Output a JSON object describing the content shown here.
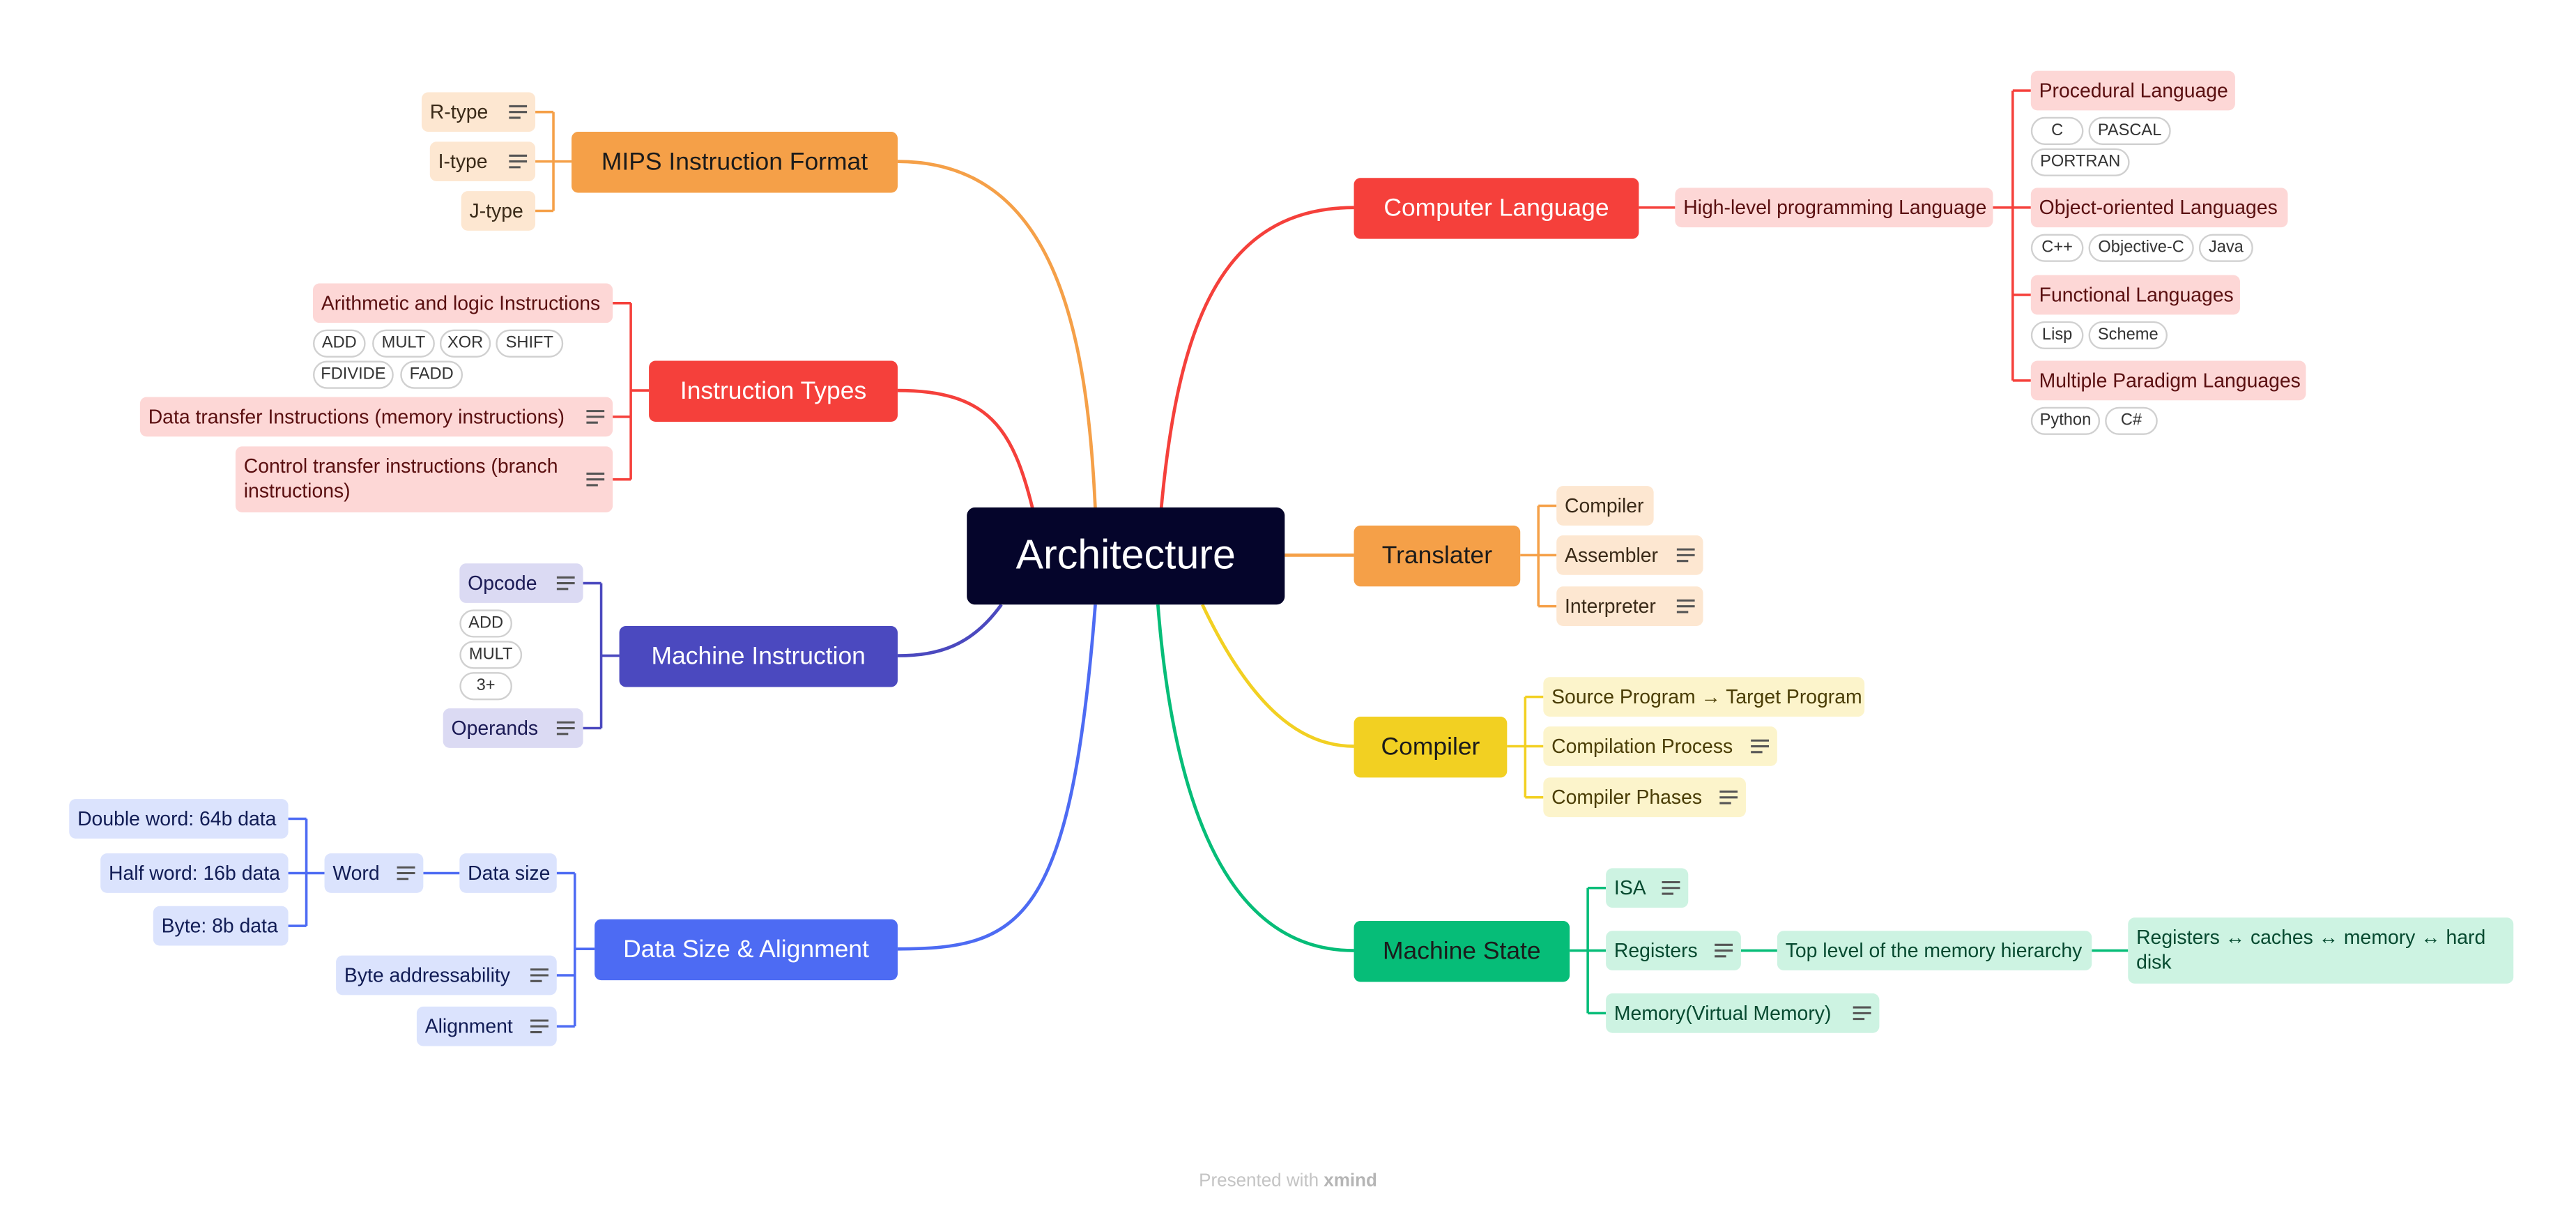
{
  "root": {
    "label": "Architecture"
  },
  "footer": {
    "prefix": "Presented with",
    "brand": "xmind"
  },
  "colors": {
    "orange": "#f5a048",
    "red": "#f5403b",
    "indigo": "#4b49bf",
    "blue": "#4d6bf3",
    "yellow": "#f2d022",
    "green": "#06bd78",
    "root": "#05052b"
  },
  "branches": {
    "mips": {
      "label": "MIPS Instruction Format",
      "children": [
        {
          "label": "R-type"
        },
        {
          "label": "I-type"
        },
        {
          "label": "J-type"
        }
      ]
    },
    "instr_types": {
      "label": "Instruction Types",
      "children": [
        {
          "label": "Arithmetic and logic Instructions",
          "tags": [
            "ADD",
            "MULT",
            "XOR",
            "SHIFT",
            "FDIVIDE",
            "FADD"
          ]
        },
        {
          "label": "Data transfer Instructions (memory instructions)"
        },
        {
          "label": "Control transfer instructions (branch instructions)"
        }
      ]
    },
    "machine_instr": {
      "label": "Machine Instruction",
      "children": [
        {
          "label": "Opcode",
          "tags": [
            "ADD",
            "MULT",
            "3+"
          ]
        },
        {
          "label": "Operands"
        }
      ]
    },
    "data_size": {
      "label": "Data Size & Alignment",
      "children": [
        {
          "label": "Data size",
          "children": [
            {
              "label": "Word",
              "children": [
                {
                  "label": "Double word: 64b data"
                },
                {
                  "label": "Half word: 16b data"
                },
                {
                  "label": "Byte: 8b data"
                }
              ]
            }
          ]
        },
        {
          "label": "Byte addressability"
        },
        {
          "label": "Alignment"
        }
      ]
    },
    "computer_lang": {
      "label": "Computer Language",
      "children": [
        {
          "label": "High-level programming Language",
          "children": [
            {
              "label": "Procedural Language",
              "tags": [
                "C",
                "PASCAL",
                "PORTRAN"
              ]
            },
            {
              "label": "Object-oriented Languages",
              "tags": [
                "C++",
                "Objective-C",
                "Java"
              ]
            },
            {
              "label": "Functional Languages",
              "tags": [
                "Lisp",
                "Scheme"
              ]
            },
            {
              "label": "Multiple Paradigm Languages",
              "tags": [
                "Python",
                "C#"
              ]
            }
          ]
        }
      ]
    },
    "translater": {
      "label": "Translater",
      "children": [
        {
          "label": "Compiler"
        },
        {
          "label": "Assembler"
        },
        {
          "label": "Interpreter"
        }
      ]
    },
    "compiler": {
      "label": "Compiler",
      "children": [
        {
          "label": "Source Program → Target Program"
        },
        {
          "label": "Compilation Process"
        },
        {
          "label": "Compiler Phases"
        }
      ]
    },
    "machine_state": {
      "label": "Machine State",
      "children": [
        {
          "label": "ISA"
        },
        {
          "label": "Registers",
          "children": [
            {
              "label": "Top level of the memory hierarchy",
              "children": [
                {
                  "label": "Registers ↔ caches ↔ memory ↔ hard disk"
                }
              ]
            }
          ]
        },
        {
          "label": "Memory(Virtual Memory)"
        }
      ]
    }
  }
}
